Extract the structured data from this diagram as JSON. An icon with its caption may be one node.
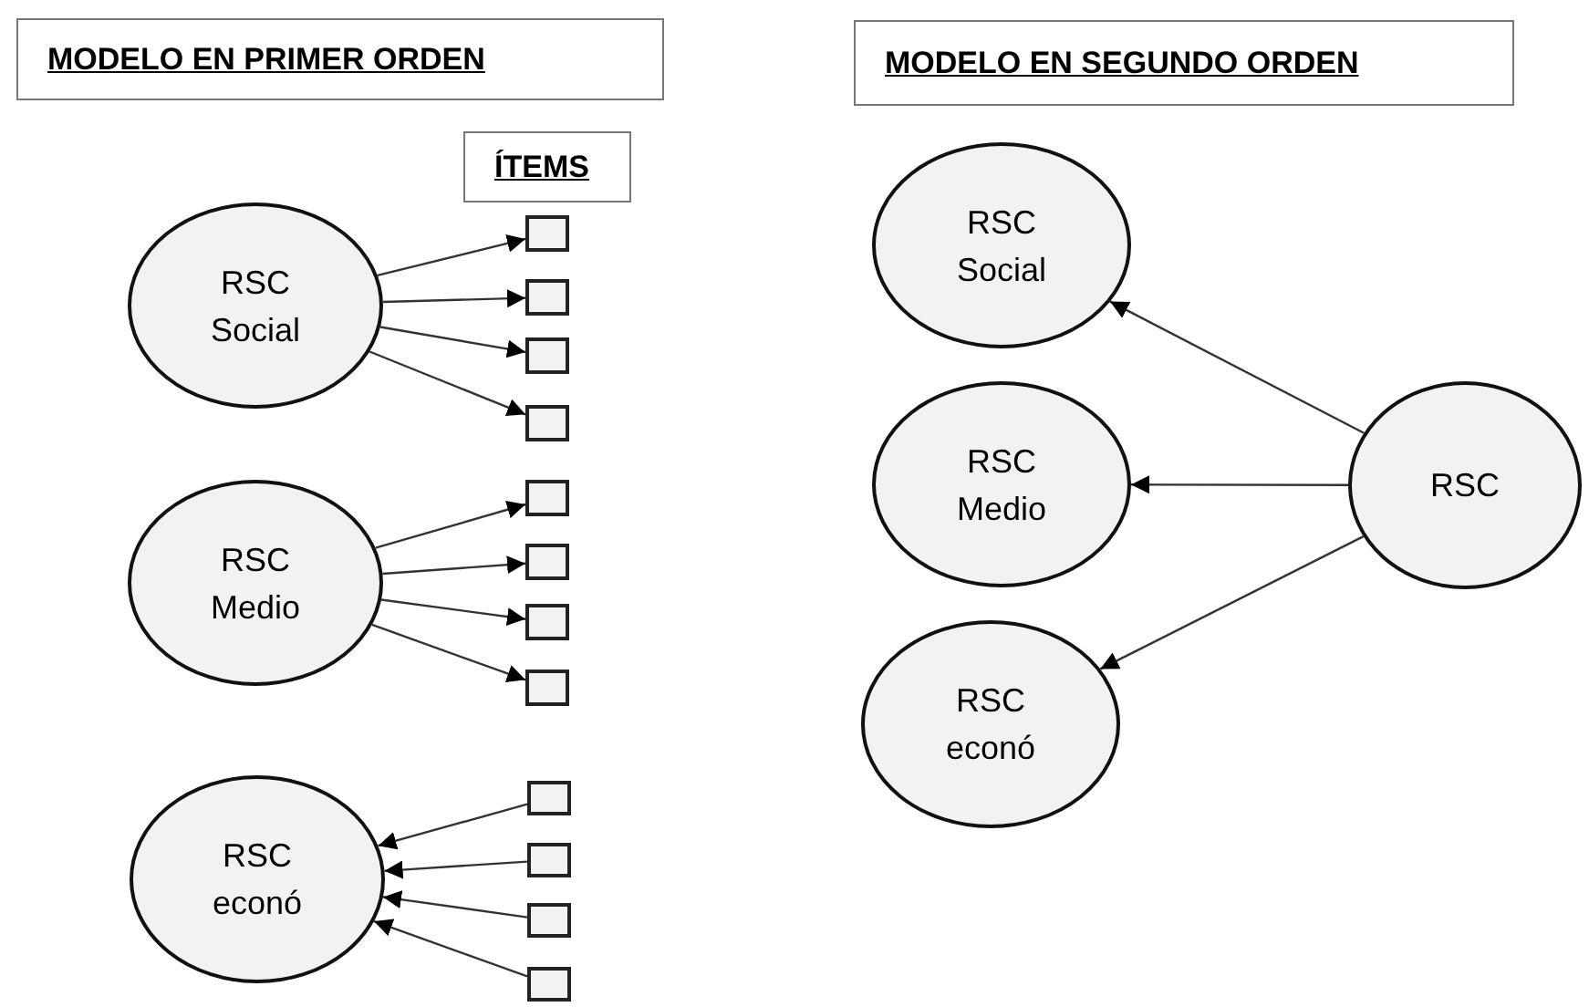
{
  "diagram": {
    "nodes": [
      {
        "text": [
          "MODELO EN PRIMER ORDEN"
        ]
      },
      {
        "text": [
          "ÍTEMS"
        ]
      },
      {
        "text": [
          "RSC Social"
        ]
      },
      {
        "text": [],
        "shape": "box"
      },
      {
        "text": [],
        "shape": "box"
      },
      {
        "text": [],
        "shape": "box"
      },
      {
        "text": [],
        "shape": "box"
      },
      {
        "text": [
          "RSC Medio"
        ]
      },
      {
        "text": [],
        "shape": "box"
      },
      {
        "text": [],
        "shape": "box"
      },
      {
        "text": [],
        "shape": "box"
      },
      {
        "text": [],
        "shape": "box"
      },
      {
        "text": [
          "RSC econó"
        ]
      },
      {
        "text": [],
        "shape": "box"
      },
      {
        "text": [],
        "shape": "box"
      },
      {
        "text": [],
        "shape": "box"
      },
      {
        "text": [],
        "shape": "box"
      },
      {
        "text": [
          "MODELO EN SEGUNDO ORDEN"
        ]
      },
      {
        "text": [
          "RSC Social"
        ]
      },
      {
        "text": [
          "RSC Medio"
        ]
      },
      {
        "text": [
          "RSC econó"
        ]
      },
      {
        "text": [
          "RSC"
        ]
      }
    ],
    "edges": [
      {
        "from": 2,
        "to": 3,
        "arrow": "to"
      },
      {
        "from": 2,
        "to": 4,
        "arrow": "to"
      },
      {
        "from": 2,
        "to": 5,
        "arrow": "to"
      },
      {
        "from": 2,
        "to": 6,
        "arrow": "to"
      },
      {
        "from": 7,
        "to": 8,
        "arrow": "to"
      },
      {
        "from": 7,
        "to": 9,
        "arrow": "to"
      },
      {
        "from": 7,
        "to": 10,
        "arrow": "to"
      },
      {
        "from": 7,
        "to": 11,
        "arrow": "to"
      },
      {
        "from": 13,
        "to": 12,
        "arrow": "to"
      },
      {
        "from": 14,
        "to": 12,
        "arrow": "to"
      },
      {
        "from": 15,
        "to": 12,
        "arrow": "to"
      },
      {
        "from": 16,
        "to": 12,
        "arrow": "to"
      },
      {
        "from": 21,
        "to": 18,
        "arrow": "to"
      },
      {
        "from": 21,
        "to": 19,
        "arrow": "to"
      },
      {
        "from": 21,
        "to": 20,
        "arrow": "to"
      }
    ]
  }
}
